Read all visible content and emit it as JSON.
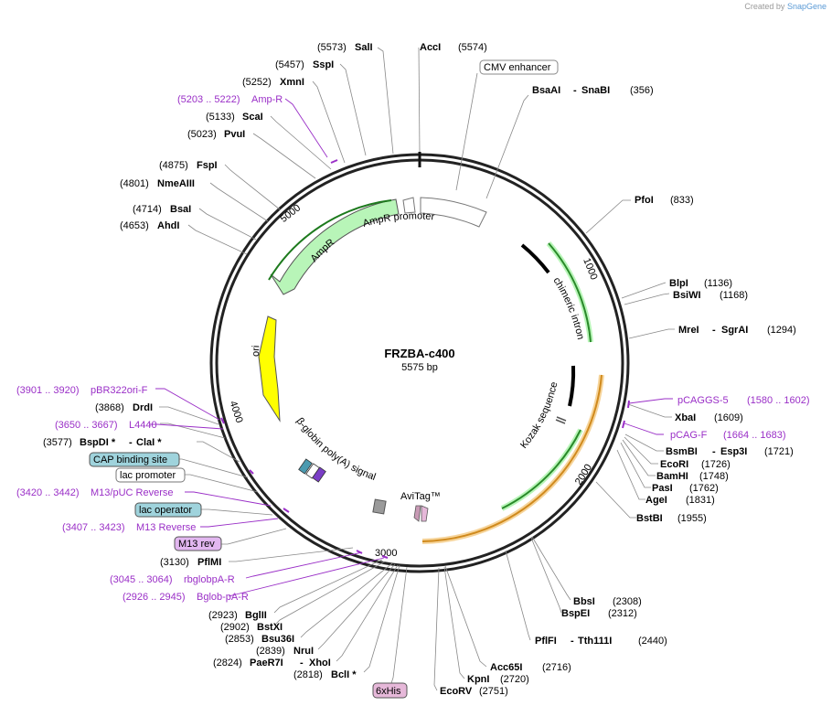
{
  "watermark": {
    "prefix": "Created by",
    "brand": "SnapGene"
  },
  "plasmid": {
    "name": "FRZBA-c400",
    "length": "5575 bp"
  },
  "ticks": [
    "1000",
    "2000",
    "3000",
    "4000",
    "5000"
  ],
  "features": {
    "cmv": "CMV enhancer",
    "ampr": "AmpR",
    "ampr_promoter": "AmpR promoter",
    "intron": "chimeric intron",
    "ori": "ori",
    "kozak": "Kozak sequence",
    "polya": "β-globin poly(A) signal",
    "avitag": "AviTag™"
  },
  "boxed": {
    "cap": "CAP binding site",
    "lacpro": "lac promoter",
    "lacop": "lac operator",
    "m13rev": "M13 rev",
    "his": "6xHis"
  },
  "sites": {
    "sali": {
      "pos": "(5573)",
      "name": "SalI"
    },
    "acci": {
      "name": "AccI",
      "pos": "(5574)"
    },
    "sspi": {
      "pos": "(5457)",
      "name": "SspI"
    },
    "xmni": {
      "pos": "(5252)",
      "name": "XmnI"
    },
    "ampr_p": {
      "range": "(5203 .. 5222)",
      "name": "Amp-R"
    },
    "scai": {
      "pos": "(5133)",
      "name": "ScaI"
    },
    "pvui": {
      "pos": "(5023)",
      "name": "PvuI"
    },
    "fspi": {
      "pos": "(4875)",
      "name": "FspI"
    },
    "nmeaiii": {
      "pos": "(4801)",
      "name": "NmeAIII"
    },
    "bsai": {
      "pos": "(4714)",
      "name": "BsaI"
    },
    "ahdi": {
      "pos": "(4653)",
      "name": "AhdI"
    },
    "bsaai": {
      "name": "BsaAI",
      "sep": "-",
      "name2": "SnaBI",
      "pos": "(356)"
    },
    "pfoi": {
      "name": "PfoI",
      "pos": "(833)"
    },
    "blpi": {
      "name": "BlpI",
      "pos": "(1136)"
    },
    "bsiwi": {
      "name": "BsiWI",
      "pos": "(1168)"
    },
    "mrei": {
      "name": "MreI",
      "sep": "-",
      "name2": "SgrAI",
      "pos": "(1294)"
    },
    "pcaggs5": {
      "name": "pCAGGS-5",
      "range": "(1580 .. 1602)"
    },
    "xbai": {
      "name": "XbaI",
      "pos": "(1609)"
    },
    "pcagf": {
      "name": "pCAG-F",
      "range": "(1664 .. 1683)"
    },
    "bsmbi": {
      "name": "BsmBI",
      "sep": "-",
      "name2": "Esp3I",
      "pos": "(1721)"
    },
    "ecori": {
      "name": "EcoRI",
      "pos": "(1726)"
    },
    "bamhi": {
      "name": "BamHI",
      "pos": "(1748)"
    },
    "pasi": {
      "name": "PasI",
      "pos": "(1762)"
    },
    "agei": {
      "name": "AgeI",
      "pos": "(1831)"
    },
    "bstbi": {
      "name": "BstBI",
      "pos": "(1955)"
    },
    "bbsi": {
      "name": "BbsI",
      "pos": "(2308)"
    },
    "bspei": {
      "name": "BspEI",
      "pos": "(2312)"
    },
    "pflfi": {
      "name": "PflFI",
      "sep": "-",
      "name2": "Tth111I",
      "pos": "(2440)"
    },
    "acc65i": {
      "name": "Acc65I",
      "pos": "(2716)"
    },
    "kpni": {
      "name": "KpnI",
      "pos": "(2720)"
    },
    "ecorv": {
      "name": "EcoRV",
      "pos": "(2751)"
    },
    "pbr": {
      "range": "(3901 .. 3920)",
      "name": "pBR322ori-F"
    },
    "drdi": {
      "pos": "(3868)",
      "name": "DrdI"
    },
    "l4440": {
      "range": "(3650 .. 3667)",
      "name": "L4440"
    },
    "bspdi": {
      "pos": "(3577)",
      "name": "BspDI *",
      "sep": "-",
      "name2": "ClaI *"
    },
    "m13puc": {
      "range": "(3420 .. 3442)",
      "name": "M13/pUC Reverse"
    },
    "m13r": {
      "range": "(3407 .. 3423)",
      "name": "M13 Reverse"
    },
    "pflmi": {
      "pos": "(3130)",
      "name": "PflMI"
    },
    "rbglob": {
      "range": "(3045 .. 3064)",
      "name": "rbglobpA-R"
    },
    "bglob": {
      "range": "(2926 .. 2945)",
      "name": "Bglob-pA-R"
    },
    "bglii": {
      "pos": "(2923)",
      "name": "BglII"
    },
    "bstxi": {
      "pos": "(2902)",
      "name": "BstXI"
    },
    "bsu36i": {
      "pos": "(2853)",
      "name": "Bsu36I"
    },
    "nrui": {
      "pos": "(2839)",
      "name": "NruI"
    },
    "paer7i": {
      "pos": "(2824)",
      "name": "PaeR7I",
      "sep": "-",
      "name2": "XhoI"
    },
    "bcli": {
      "pos": "(2818)",
      "name": "BclI *"
    }
  },
  "colors": {
    "ampr": "#b8f5b8",
    "intron": "#2a8a2a",
    "ori": "#ffff00",
    "cds": "#f6b94f",
    "primer": "#9a2fc7",
    "box_blue": "#9fd3dc",
    "box_pink": "#e6b8d9",
    "box_purple": "#e2b7f0"
  }
}
